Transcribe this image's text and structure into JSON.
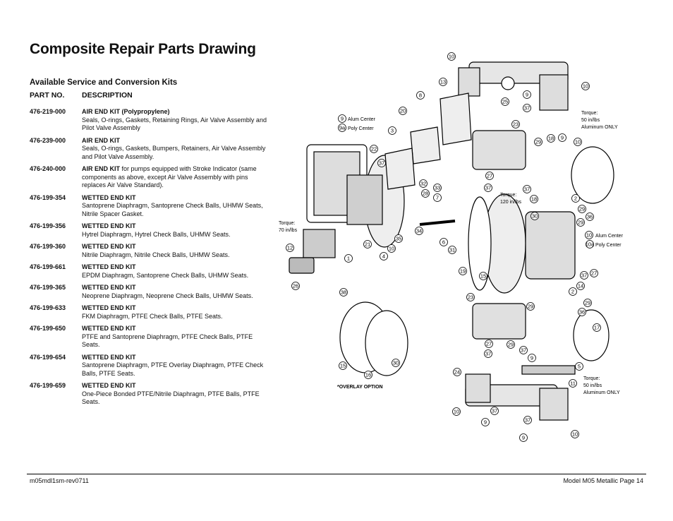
{
  "title": "Composite Repair Parts Drawing",
  "subtitle": "Available Service and Conversion Kits",
  "headers": {
    "part_no": "PART NO.",
    "description": "DESCRIPTION"
  },
  "kits": [
    {
      "part": "476-219-000",
      "label": "AIR END KIT (Polypropylene)",
      "text": "Seals, O-rings, Gaskets, Retaining Rings, Air Valve Assembly  and Pilot Valve Assembly"
    },
    {
      "part": "476-239-000",
      "label": "AIR END KIT",
      "text": "Seals, O-rings, Gaskets, Bumpers, Retainers, Air Valve Assembly and Pilot Valve Assembly."
    },
    {
      "part": "476-240-000",
      "label": "AIR END KIT",
      "text": "for pumps equipped with Stroke Indicator (same components as above, except Air Valve Assembly with pins replaces Air Valve Standard)."
    },
    {
      "part": "476-199-354",
      "label": "WETTED END KIT",
      "text": "Santoprene Diaphragm, Santoprene Check Balls, UHMW Seats, Nitrile Spacer Gasket."
    },
    {
      "part": "476-199-356",
      "label": "WETTED END KIT",
      "text": "Hytrel Diaphragm, Hytrel Check Balls, UHMW Seats."
    },
    {
      "part": "476-199-360",
      "label": "WETTED END KIT",
      "text": "Nitrile Diaphragm, Nitrile Check Balls, UHMW Seats."
    },
    {
      "part": "476-199-661",
      "label": "WETTED END KIT",
      "text": "EPDM Diaphragm, Santoprene Check Balls, UHMW Seats."
    },
    {
      "part": "476-199-365",
      "label": "WETTED END KIT",
      "text": "Neoprene Diaphragm, Neoprene Check Balls, UHMW Seats."
    },
    {
      "part": "476-199-633",
      "label": "WETTED END KIT",
      "text": "FKM Diaphragm, PTFE Check Balls, PTFE Seats."
    },
    {
      "part": "476-199-650",
      "label": "WETTED END KIT",
      "text": "PTFE and Santoprene Diaphragm, PTFE Check Balls, PTFE Seats."
    },
    {
      "part": "476-199-654",
      "label": "WETTED END KIT",
      "text": "Santoprene Diaphragm, PTFE Overlay Diaphragm, PTFE Check Balls, PTFE Seats."
    },
    {
      "part": "476-199-659",
      "label": "WETTED END KIT",
      "text": "One-Piece Bonded PTFE/Nitrile Diaphragm, PTFE Balls, PTFE Seats."
    }
  ],
  "diagram": {
    "callouts": [
      "10",
      "13",
      "8",
      "25",
      "9",
      "37",
      "10",
      "20",
      "3",
      "22",
      "37",
      "9",
      "9a",
      "23",
      "29",
      "18",
      "9",
      "10",
      "32",
      "28",
      "33",
      "7",
      "27",
      "37",
      "37",
      "18",
      "2",
      "29",
      "36",
      "10",
      "10a",
      "34",
      "6",
      "31",
      "30",
      "21",
      "35",
      "10",
      "4",
      "1",
      "12",
      "26",
      "38",
      "19",
      "15",
      "29",
      "37",
      "27",
      "14",
      "2",
      "29",
      "36",
      "23",
      "29",
      "27",
      "37",
      "29",
      "37",
      "9",
      "17",
      "5",
      "24",
      "11",
      "15",
      "16",
      "30",
      "10",
      "37",
      "9",
      "37",
      "9",
      "10"
    ],
    "notes": {
      "alum_center": "Alum Center",
      "poly_center": "Poly Center",
      "alum_center_2": "Alum Center",
      "poly_center_2": "Poly Center",
      "torque_top": [
        "Torque:",
        "50 in/lbs",
        "Aluminum ONLY"
      ],
      "torque_mid": [
        "Torque:",
        "120 in/lbs"
      ],
      "torque_left": [
        "Torque:",
        "70 in/lbs"
      ],
      "torque_bottom": [
        "Torque:",
        "50 in/lbs",
        "Aluminum ONLY"
      ],
      "overlay": "*OVERLAY OPTION"
    }
  },
  "footer": {
    "left": "m05mdl1sm-rev0711",
    "right": "Model M05 Metallic Page 14"
  }
}
